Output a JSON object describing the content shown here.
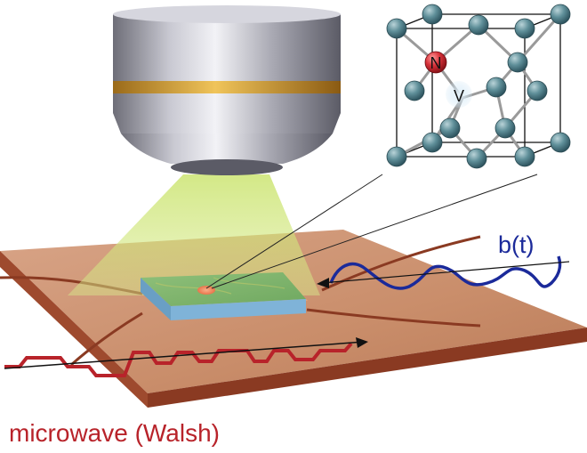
{
  "labels": {
    "signal": "b(t)",
    "microwave": "microwave (Walsh)",
    "nitrogen": "N",
    "vacancy": "V"
  },
  "colors": {
    "nitrogen_atom": "#d8323a",
    "carbon_atom": "#4f7f8a",
    "vacancy_glow": "#cfe6f5",
    "signal_wave": "#1b2a9a",
    "microwave_wire": "#b8232a",
    "microwave_text": "#b8232a",
    "substrate": "#c98d6a",
    "substrate_edge": "#8a3a22",
    "laser_beam": "#c9e36a",
    "objective_band": "#d49a2a"
  },
  "icons": {
    "objective": "microscope-objective-icon",
    "lattice": "diamond-lattice-icon"
  }
}
